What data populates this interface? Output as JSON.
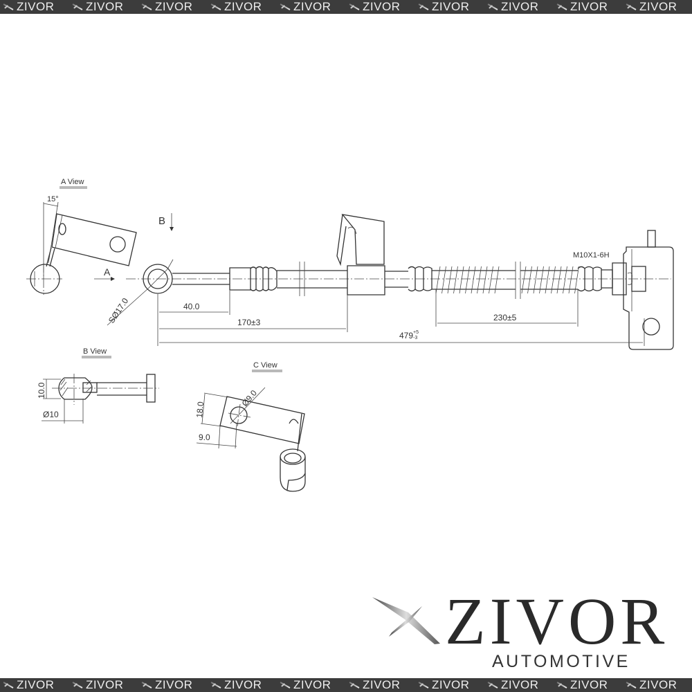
{
  "banner": {
    "text": "ZIVOR",
    "count": 10,
    "background": "#3c3c3c"
  },
  "logo": {
    "brand": "ZIVOR",
    "tagline": "AUTOMOTIVE"
  },
  "drawing": {
    "views": {
      "a": "A View",
      "b": "B View",
      "c": "C View"
    },
    "arrows": {
      "a": "A",
      "b": "B"
    },
    "thread": "M10X1-6H",
    "angle": "15°",
    "dims": {
      "eye_dia": "SØ17.0",
      "d40": "40.0",
      "d170": "170±3",
      "d230": "230±5",
      "d479": "479",
      "d479_tol_plus": "+5",
      "d479_tol_minus": "-3",
      "b_height": "10.0",
      "b_dia": "Ø10",
      "c_height": "18.0",
      "c_hole": "Ø9.0",
      "c_offset": "9.0"
    }
  }
}
